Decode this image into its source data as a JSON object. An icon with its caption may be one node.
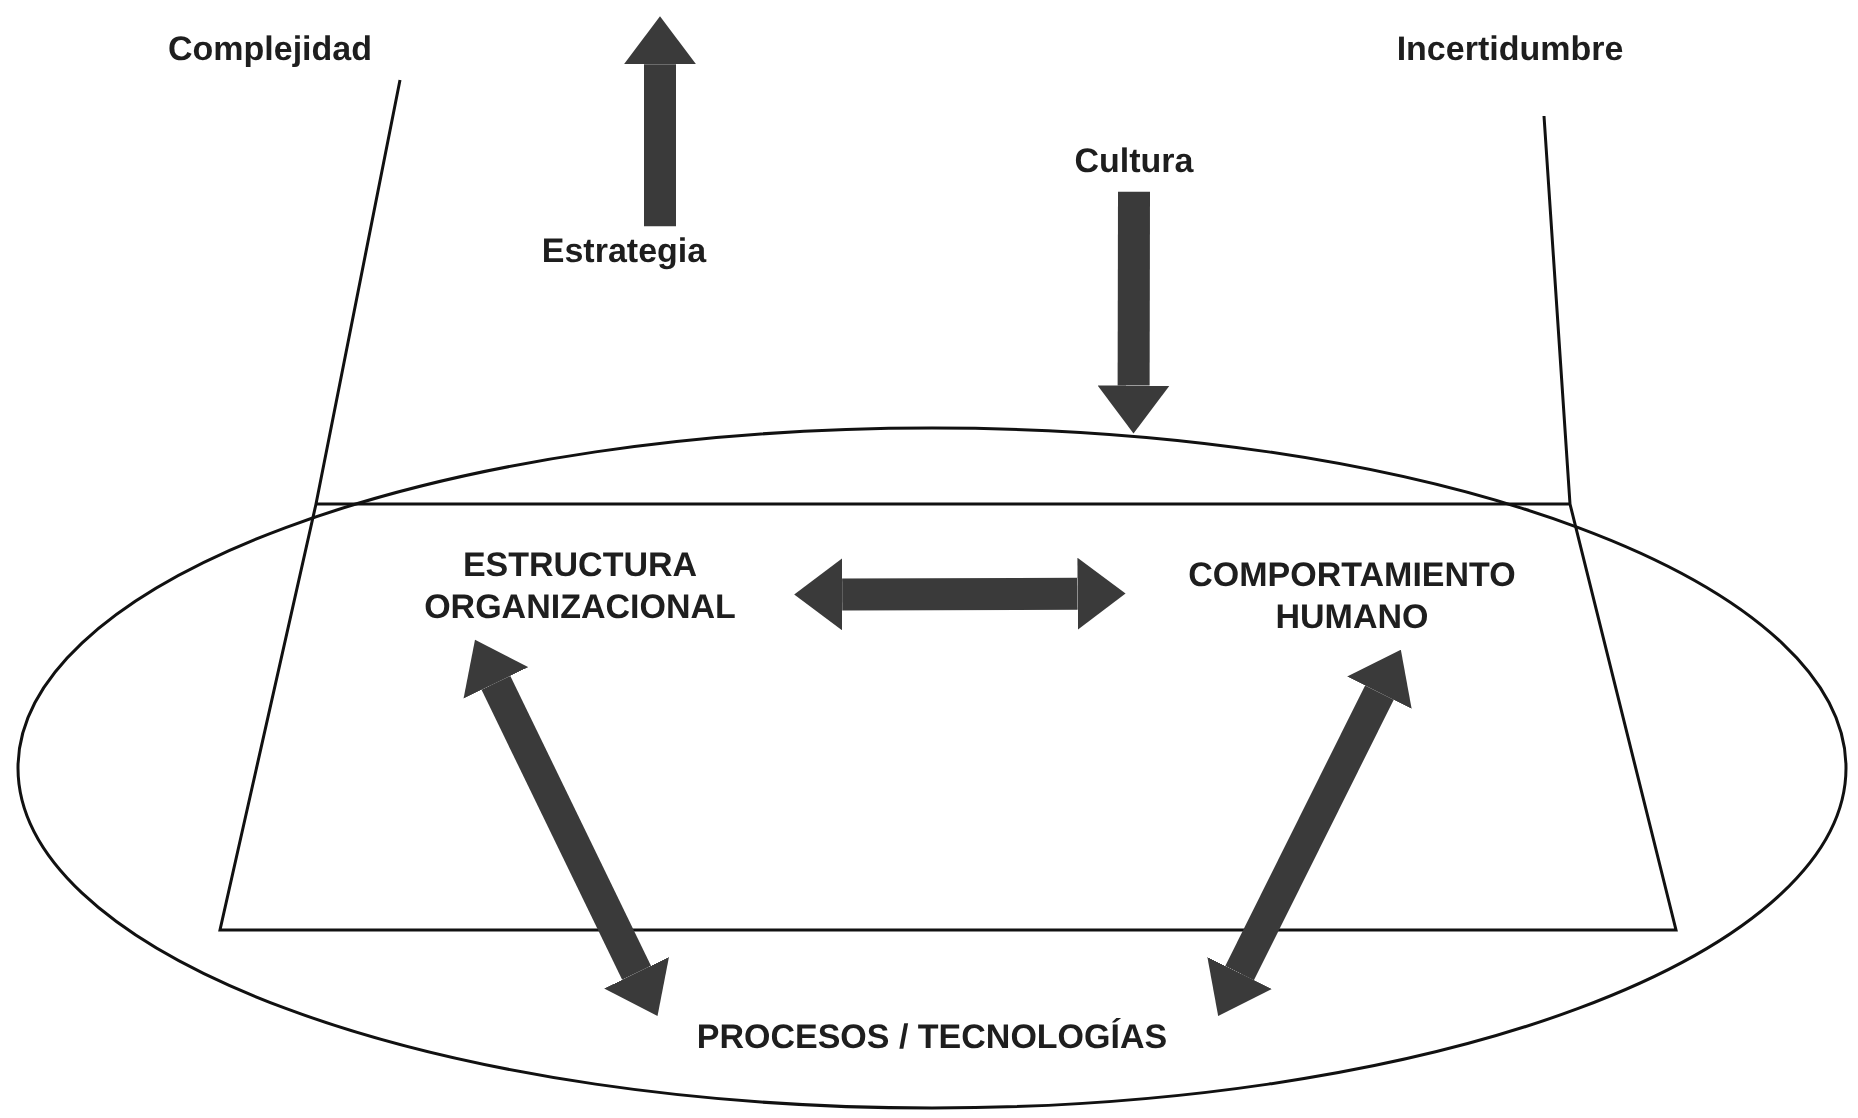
{
  "diagram": {
    "nodes": [
      {
        "text": [
          "Estrategia"
        ]
      },
      {
        "text": [
          "Cultura"
        ]
      },
      {
        "text": [],
        "shape": "ellipse"
      },
      {
        "text": [
          "ESTRUCTURA ORGANIZACIONAL"
        ],
        "in": 2
      },
      {
        "text": [
          "COMPORTAMIENTO HUMANO"
        ],
        "in": 2
      },
      {
        "text": [
          "PROCESOS / TECNOLOGÍAS"
        ],
        "in": 2
      }
    ],
    "edges": [
      {
        "from": 0,
        "to": null,
        "arrow": "to"
      },
      {
        "from": 1,
        "to": 2,
        "arrow": "to"
      },
      {
        "from": 3,
        "to": 4,
        "arrow": "both"
      },
      {
        "from": 3,
        "to": 5,
        "arrow": "both"
      },
      {
        "from": 4,
        "to": 5,
        "arrow": "both"
      }
    ],
    "labels": [
      "Complejidad",
      "Incertidumbre"
    ]
  }
}
